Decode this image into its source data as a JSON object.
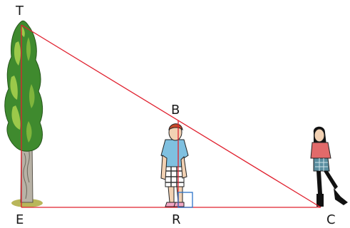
{
  "points": {
    "T": "T",
    "B": "B",
    "E": "E",
    "R": "R",
    "C": "C"
  },
  "colors": {
    "line": "#e0202e",
    "right_angle": "#2b73c8",
    "foliage_dark": "#3f8a2e",
    "foliage_light": "#9cc94a",
    "trunk": "#b0aaa0",
    "ground": "#b9b65a"
  },
  "icons": [
    "tree-icon",
    "boy-icon",
    "girl-icon"
  ]
}
